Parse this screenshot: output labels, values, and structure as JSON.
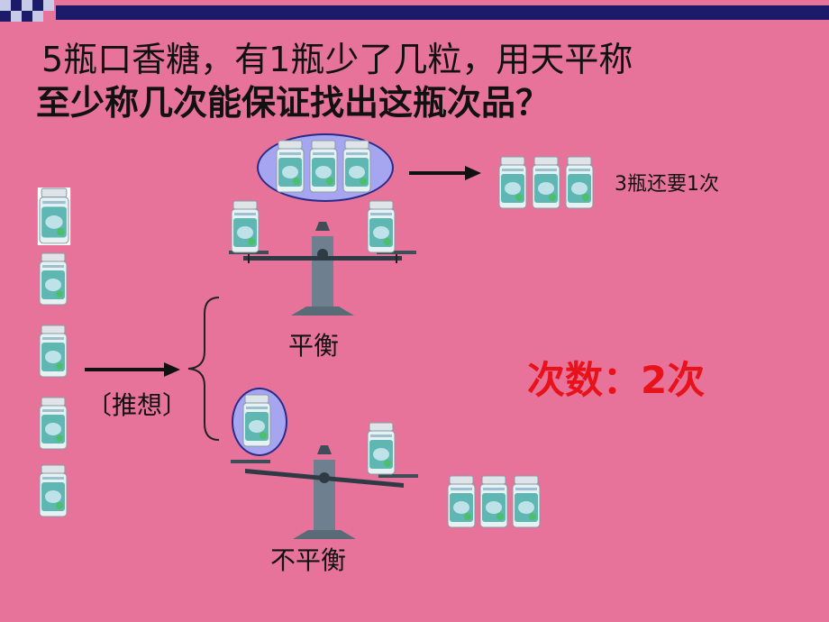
{
  "title": {
    "line1": "5瓶口香糖，有1瓶少了几粒，用天平称",
    "line2": "至少称几次能保证找出这瓶次品？"
  },
  "labels": {
    "three_bottles_note": "3瓶还要1次",
    "balanced": "平衡",
    "unbalanced": "不平衡",
    "guess": "〔推想〕",
    "answer": "次数：2次"
  },
  "colors": {
    "background": "#e8739a",
    "answer": "#e8121a",
    "ellipse_fill": "#a5a5f0",
    "bottle_teal": "#5fb7b3"
  },
  "icons": {
    "bottle": "gum-bottle-icon",
    "scale": "balance-scale-icon",
    "arrow": "arrow-right-icon",
    "brace": "left-brace-icon"
  }
}
